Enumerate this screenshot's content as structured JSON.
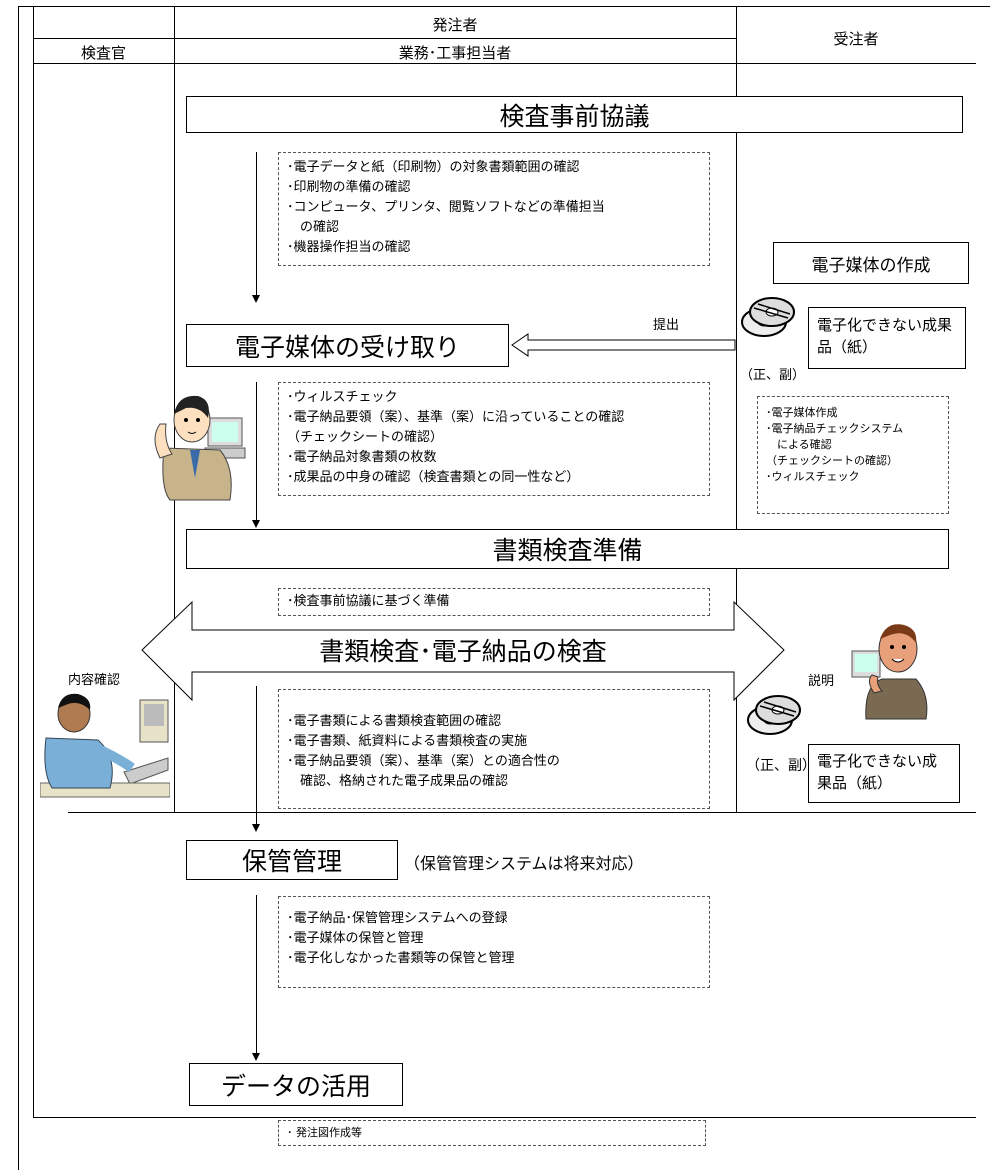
{
  "header": {
    "orderer": "発注者",
    "inspector": "検査官",
    "staff": "業務･工事担当者",
    "contractor": "受注者"
  },
  "stages": {
    "pre_meeting": {
      "title": "検査事前協議",
      "items": [
        "･電子データと紙（印刷物）の対象書類範囲の確認",
        "･印刷物の準備の確認",
        "･コンピュータ、プリンタ、閲覧ソフトなどの準備担当",
        "　の確認",
        "･機器操作担当の確認"
      ]
    },
    "receipt": {
      "title": "電子媒体の受け取り",
      "submit_label": "提出",
      "items": [
        "･ウィルスチェック",
        "･電子納品要領（案）、基準（案）に沿っていることの確認",
        "（チェックシートの確認）",
        "･電子納品対象書類の枚数",
        "･成果品の中身の確認（検査書類との同一性など）"
      ]
    },
    "doc_prep": {
      "title": "書類検査準備",
      "items": [
        "･検査事前協議に基づく準備"
      ]
    },
    "inspection": {
      "title": "書類検査･電子納品の検査",
      "left_label": "内容確認",
      "right_label": "説明",
      "items": [
        "･電子書類による書類検査範囲の確認",
        "･電子書類、紙資料による書類検査の実施",
        "･電子納品要領（案）、基準（案）との適合性の",
        "　確認、格納された電子成果品の確認"
      ]
    },
    "storage": {
      "title": "保管管理",
      "note": "（保管管理システムは将来対応）",
      "items": [
        "･電子納品･保管管理システムへの登録",
        "･電子媒体の保管と管理",
        "･電子化しなかった書類等の保管と管理"
      ]
    },
    "utilization": {
      "title": "データの活用",
      "items": [
        "･ 発注図作成等"
      ]
    }
  },
  "contractor": {
    "media_creation": "電子媒体の作成",
    "paper_deliverable": "電子化できない成果品（紙）",
    "media_label": "（正、副）",
    "tasks": [
      "･電子媒体作成",
      "･電子納品チェックシステム",
      "　による確認",
      "（チェックシートの確認）",
      "･ウィルスチェック"
    ]
  }
}
